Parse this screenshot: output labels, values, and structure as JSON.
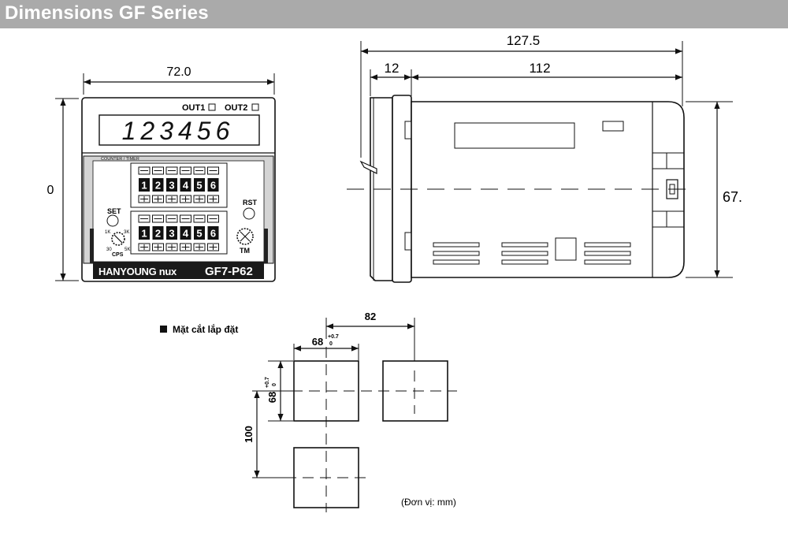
{
  "header": {
    "title": "Dimensions GF Series"
  },
  "front_view": {
    "width_dim": "72.0",
    "height_dim": "0",
    "out1_label": "OUT1",
    "out2_label": "OUT2",
    "display_digits": "123456",
    "panel_label": "COUNTER / TIMER",
    "digit_buttons": [
      "1",
      "2",
      "3",
      "4",
      "5",
      "6"
    ],
    "set_label": "SET",
    "rst_label": "RST",
    "cps_label": "CPS",
    "cps_1k": "1K",
    "cps_3k": "3K",
    "cps_30": "30",
    "cps_5k": "5K",
    "tm_label": "TM",
    "brand": "HANYOUNG nux",
    "model": "GF7-P62"
  },
  "side_view": {
    "total_length": "127.5",
    "front_depth": "12",
    "body_depth": "112",
    "height_dim": "67."
  },
  "cutout": {
    "section_title": "Mặt cắt lắp đặt",
    "pitch_h": "82",
    "size_w": "68",
    "size_w_tol_upper": "+0.7",
    "size_w_tol_lower": "0",
    "size_h": "68",
    "size_h_tol_upper": "+0.7",
    "size_h_tol_lower": "0",
    "pitch_v": "100",
    "unit_note": "(Đơn vị: mm)"
  }
}
